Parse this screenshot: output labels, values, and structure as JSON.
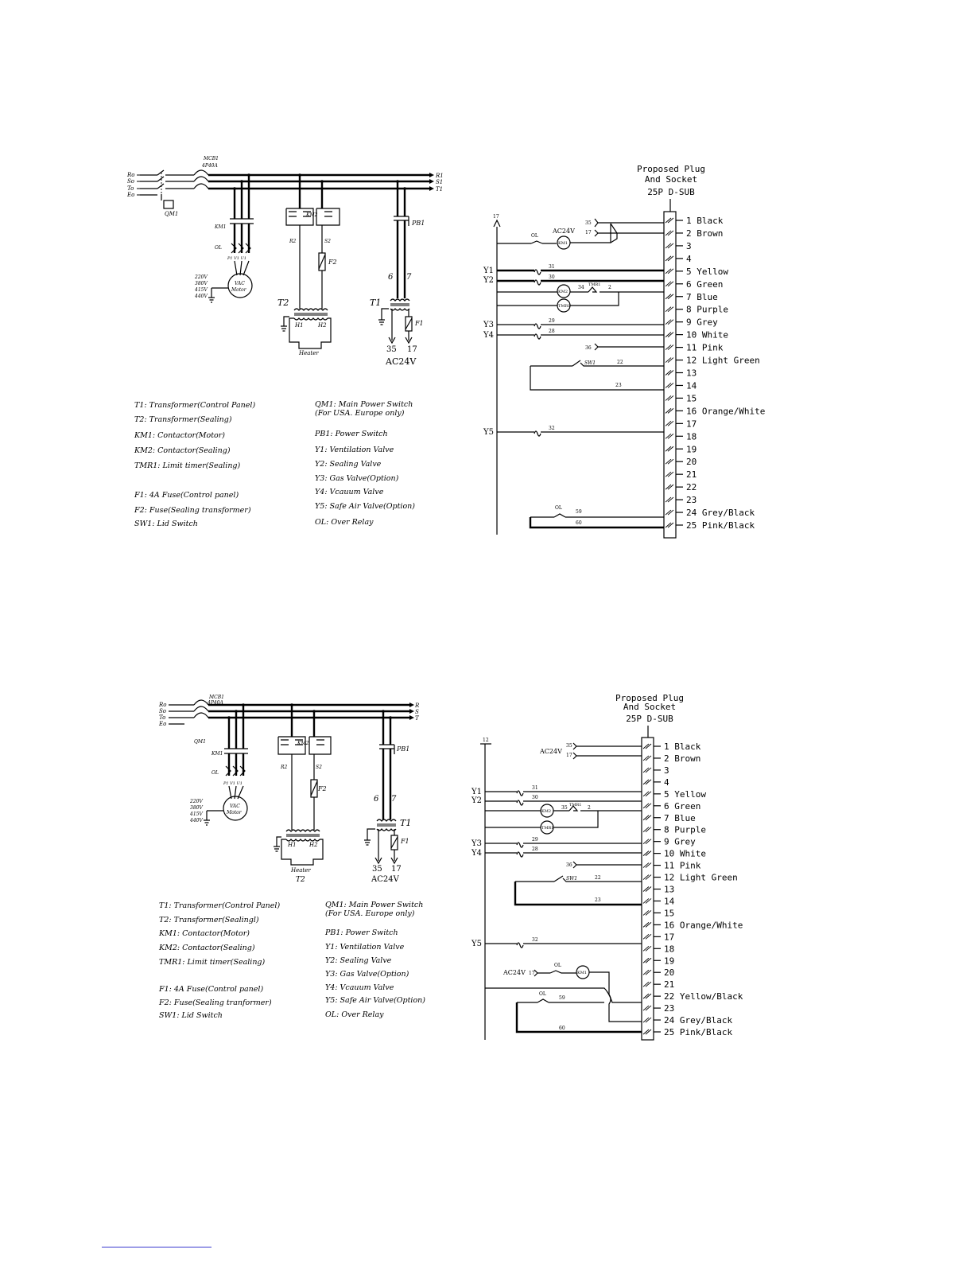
{
  "diagram1": {
    "mains_inputs": [
      "Ro",
      "So",
      "To",
      "Eo"
    ],
    "mains_outputs": [
      "R1",
      "S1",
      "T1"
    ],
    "mcb": [
      "MCB1",
      "4P40A"
    ],
    "qm1": "QM1",
    "km1": "KM1",
    "ol": "OL",
    "motor_terminals": "P1 V1 U1",
    "motor": [
      "VAC",
      "Motor"
    ],
    "voltages": [
      "220V",
      "380V",
      "415V",
      "440V"
    ],
    "km2": "KM2",
    "r2": "R2",
    "s2": "S2",
    "f2": "F2",
    "t2": "T2",
    "h1": "H1",
    "h2": "H2",
    "heater": "Heater",
    "pb1": "PB1",
    "w6": "6",
    "w7": "7",
    "t1": "T1",
    "f1": "F1",
    "out35": "35",
    "out17": "17",
    "ac24v": "AC24V"
  },
  "legend1": {
    "left": [
      "T1: Transformer(Control Panel)",
      "T2: Transformer(Sealing)",
      "KM1: Contactor(Motor)",
      "KM2: Contactor(Sealing)",
      "TMR1: Limit timer(Sealing)",
      "F1: 4A Fuse(Control panel)",
      "F2: Fuse(Sealing transformer)",
      "SW1: Lid Switch"
    ],
    "right": [
      "QM1: Main Power Switch",
      "(For USA. Europe only)",
      "PB1: Power Switch",
      "Y1: Ventilation Valve",
      "Y2: Sealing Valve",
      "Y3: Gas Valve(Option)",
      "Y4: Vcauum Valve",
      "Y5: Safe Air Valve(Option)",
      "OL: Over Relay"
    ]
  },
  "plug1": {
    "title": [
      "Proposed Plug",
      "And Socket",
      "25P D-SUB"
    ],
    "pins": [
      "1 Black",
      "2 Brown",
      "3",
      "4",
      "5 Yellow",
      "6 Green",
      "7 Blue",
      "8 Purple",
      "9 Grey",
      "10 White",
      "11 Pink",
      "12 Light Green",
      "13",
      "14",
      "15",
      "16 Orange/White",
      "17",
      "18",
      "19",
      "20",
      "21",
      "22",
      "23",
      "24 Grey/Black",
      "25 Pink/Black"
    ],
    "rail": "17",
    "valves": [
      "Y1",
      "Y2",
      "Y3",
      "Y4",
      "Y5"
    ],
    "wires": [
      "35",
      "17",
      "31",
      "30",
      "34",
      "2",
      "29",
      "28",
      "36",
      "22",
      "23",
      "32",
      "59",
      "60"
    ],
    "ol": "OL",
    "ac24v": "AC24V",
    "km1": "KM1",
    "km2": "KM2",
    "tmr1": "TMR1",
    "tmr2": "TMR1",
    "sw1": "SW1"
  },
  "diagram2": {
    "mains_inputs": [
      "Ro",
      "So",
      "To",
      "Eo"
    ],
    "mains_outputs": [
      "R",
      "S",
      "T"
    ],
    "mcb": [
      "MCB1",
      "4P40A"
    ],
    "qm1": "QM1",
    "km1": "KM1",
    "ol": "OL",
    "motor_terminals": "P1 V1 U1",
    "motor": [
      "VAC",
      "Motor"
    ],
    "voltages": [
      "220V",
      "380V",
      "415V",
      "440V"
    ],
    "km2": "KM2",
    "r2": "R2",
    "s2": "S2",
    "f2": "F2",
    "t2": "T2",
    "h1": "H1",
    "h2": "H2",
    "heater": "Heater",
    "pb1": "PB1",
    "w6": "6",
    "w7": "7",
    "t1": "T1",
    "f1": "F1",
    "out35": "35",
    "out17": "17",
    "ac24v": "AC24V"
  },
  "legend2": {
    "left": [
      "T1: Transformer(Control Panel)",
      "T2: Transformer(Sealingl)",
      "KM1: Contactor(Motor)",
      "KM2: Contactor(Sealing)",
      "TMR1: Limit timer(Sealing)",
      "F1: 4A Fuse(Control panel)",
      "F2: Fuse(Sealing tranformer)",
      "SW1: Lid Switch"
    ],
    "right": [
      "QM1: Main Power Switch",
      "(For USA. Europe only)",
      "PB1: Power Switch",
      "Y1: Ventilation Valve",
      "Y2: Sealing Valve",
      "Y3: Gas Valve(Option)",
      "Y4: Vcauum Valve",
      "Y5: Safe Air Valve(Option)",
      "OL: Over Relay"
    ]
  },
  "plug2": {
    "title": [
      "Proposed Plug",
      "And Socket",
      "25P D-SUB"
    ],
    "pins": [
      "1 Black",
      "2 Brown",
      "3",
      "4",
      "5 Yellow",
      "6 Green",
      "7 Blue",
      "8 Purple",
      "9 Grey",
      "10 White",
      "11 Pink",
      "12 Light Green",
      "13",
      "14",
      "15",
      "16 Orange/White",
      "17",
      "18",
      "19",
      "20",
      "21",
      "22 Yellow/Black",
      "23",
      "24 Grey/Black",
      "25 Pink/Black"
    ],
    "rail": "12",
    "valves": [
      "Y1",
      "Y2",
      "Y3",
      "Y4",
      "Y5"
    ],
    "wires": [
      "35",
      "17",
      "31",
      "30",
      "35",
      "2",
      "29",
      "28",
      "36",
      "22",
      "23",
      "32",
      "17",
      "59",
      "60"
    ],
    "ol": "OL",
    "ac24v": "AC24V",
    "ac24v_b": "AC24V",
    "km1": "KM1",
    "km2": "KM2",
    "tmr1": "TMR1",
    "tmr2": "TMR1",
    "sw1": "SW1"
  }
}
